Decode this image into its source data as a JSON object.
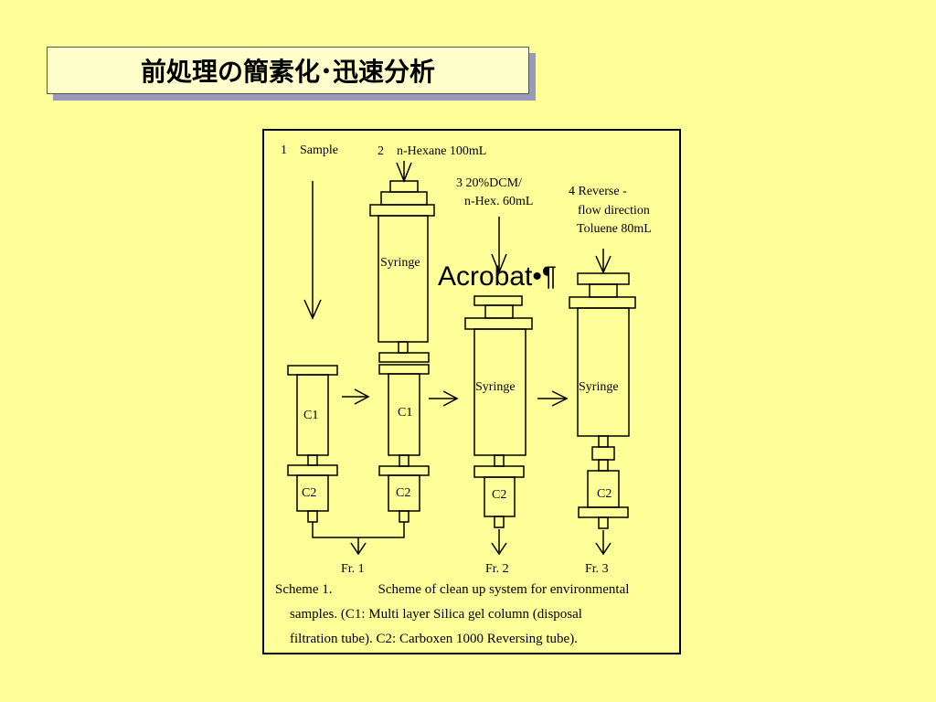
{
  "title": "前処理の簡素化･迅速分析",
  "steps": {
    "s1": "1　Sample",
    "s2": "2　n-Hexane 100mL",
    "s3a": "3  20%DCM/",
    "s3b": "n-Hex. 60mL",
    "s4a": "4  Reverse -",
    "s4b": "flow direction",
    "s4c": "Toluene 80mL"
  },
  "labels": {
    "syringe": "Syringe",
    "c1": "C1",
    "c2": "C2"
  },
  "fractions": {
    "fr1": "Fr. 1",
    "fr2": "Fr. 2",
    "fr3": "Fr. 3"
  },
  "overlay_text": "Acrobat•¶",
  "caption": {
    "label": "Scheme 1.",
    "line1": "Scheme of clean up system for environmental",
    "line2": "samples. (C1: Multi layer Silica gel column (disposal",
    "line3": "filtration tube). C2: Carboxen 1000 Reversing tube)."
  }
}
